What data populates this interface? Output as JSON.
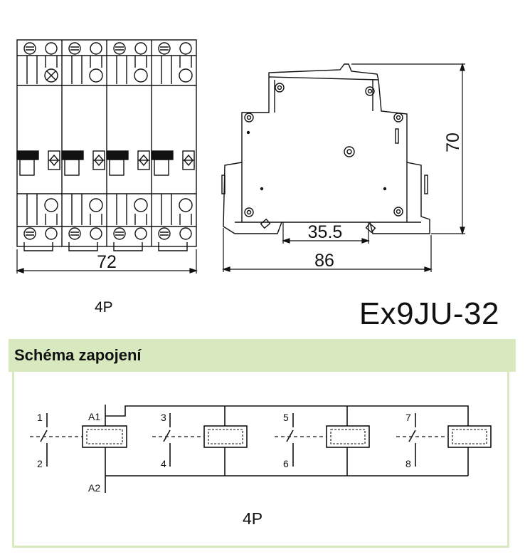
{
  "front_view": {
    "width_dimension": "72",
    "pole_label": "4P"
  },
  "side_view": {
    "height_dimension": "70",
    "rail_dimension": "35.5",
    "depth_dimension": "86"
  },
  "product": {
    "model": "Ex9JU-32"
  },
  "wiring_section": {
    "title": "Schéma zapojení",
    "terminals": {
      "coil_top": "A1",
      "coil_bottom": "A2",
      "pole_tops": [
        "1",
        "3",
        "5",
        "7"
      ],
      "pole_bottoms": [
        "2",
        "4",
        "6",
        "8"
      ]
    },
    "pole_label": "4P"
  },
  "colors": {
    "section_header_bg": "#d8e9c0",
    "line": "#111111"
  }
}
